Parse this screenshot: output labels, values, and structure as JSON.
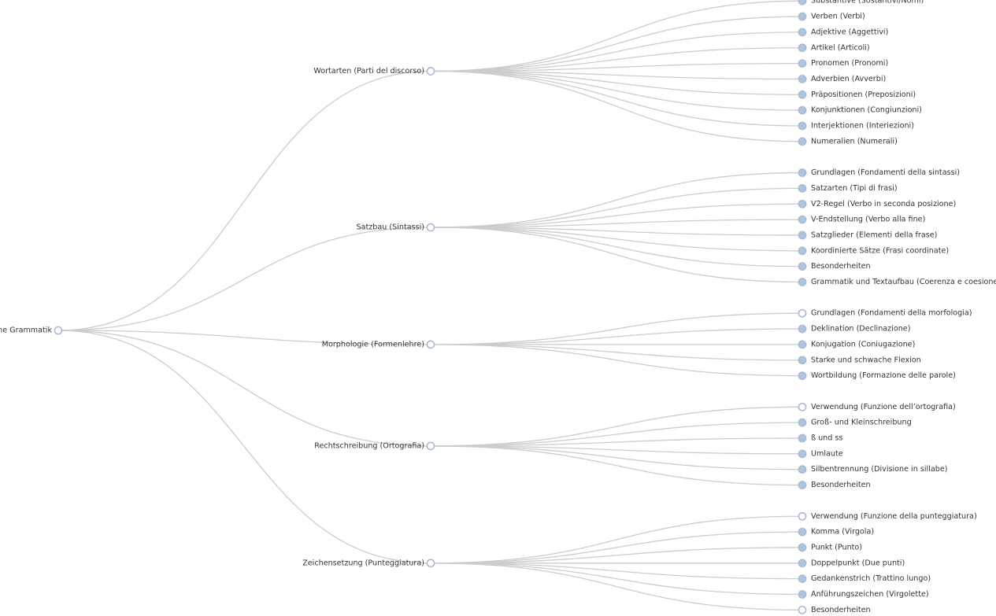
{
  "colors": {
    "link": "#cccccc",
    "node_stroke": "#a9bad5",
    "collapsed_fill": "#b0c4de",
    "expanded_fill": "#ffffff",
    "label": "#333333"
  },
  "tree": {
    "name": "Deutsche Grammatik",
    "children": [
      {
        "name": "Wortarten (Parti del discorso)",
        "children": [
          {
            "name": "Substantive (Sostantivi/Nomi)",
            "collapsed": true
          },
          {
            "name": "Verben (Verbi)",
            "collapsed": true
          },
          {
            "name": "Adjektive (Aggettivi)",
            "collapsed": true
          },
          {
            "name": "Artikel (Articoli)",
            "collapsed": true
          },
          {
            "name": "Pronomen (Pronomi)",
            "collapsed": true
          },
          {
            "name": "Adverbien (Avverbi)",
            "collapsed": true
          },
          {
            "name": "Präpositionen (Preposizioni)",
            "collapsed": true
          },
          {
            "name": "Konjunktionen (Congiunzioni)",
            "collapsed": true
          },
          {
            "name": "Interjektionen (Interiezioni)",
            "collapsed": true
          },
          {
            "name": "Numeralien (Numerali)",
            "collapsed": true
          }
        ]
      },
      {
        "name": "Satzbau (Sintassi)",
        "children": [
          {
            "name": "Grundlagen (Fondamenti della sintassi)",
            "collapsed": true
          },
          {
            "name": "Satzarten (Tipi di frasi)",
            "collapsed": true
          },
          {
            "name": "V2-Regel (Verbo in seconda posizione)",
            "collapsed": true
          },
          {
            "name": "V-Endstellung (Verbo alla fine)",
            "collapsed": true
          },
          {
            "name": "Satzglieder (Elementi della frase)",
            "collapsed": true
          },
          {
            "name": "Koordinierte Sätze (Frasi coordinate)",
            "collapsed": true
          },
          {
            "name": "Besonderheiten",
            "collapsed": true
          },
          {
            "name": "Grammatik und Textaufbau (Coerenza e coesione testuale)",
            "collapsed": true
          }
        ]
      },
      {
        "name": "Morphologie (Formenlehre)",
        "children": [
          {
            "name": "Grundlagen (Fondamenti della morfologia)",
            "collapsed": false
          },
          {
            "name": "Deklination (Declinazione)",
            "collapsed": true
          },
          {
            "name": "Konjugation (Coniugazione)",
            "collapsed": true
          },
          {
            "name": "Starke und schwache Flexion",
            "collapsed": true
          },
          {
            "name": "Wortbildung (Formazione delle parole)",
            "collapsed": true
          }
        ]
      },
      {
        "name": "Rechtschreibung (Ortografia)",
        "children": [
          {
            "name": "Verwendung (Funzione dell’ortografia)",
            "collapsed": false
          },
          {
            "name": "Groß- und Kleinschreibung",
            "collapsed": true
          },
          {
            "name": "ß und ss",
            "collapsed": true
          },
          {
            "name": "Umlaute",
            "collapsed": true
          },
          {
            "name": "Silbentrennung (Divisione in sillabe)",
            "collapsed": true
          },
          {
            "name": "Besonderheiten",
            "collapsed": true
          }
        ]
      },
      {
        "name": "Zeichensetzung (Punteggiatura)",
        "children": [
          {
            "name": "Verwendung (Funzione della punteggiatura)",
            "collapsed": false
          },
          {
            "name": "Komma (Virgola)",
            "collapsed": true
          },
          {
            "name": "Punkt (Punto)",
            "collapsed": true
          },
          {
            "name": "Doppelpunkt (Due punti)",
            "collapsed": true
          },
          {
            "name": "Gedankenstrich (Trattino lungo)",
            "collapsed": true
          },
          {
            "name": "Anführungszeichen (Virgolette)",
            "collapsed": true
          },
          {
            "name": "Besonderheiten",
            "collapsed": false
          }
        ]
      }
    ]
  }
}
